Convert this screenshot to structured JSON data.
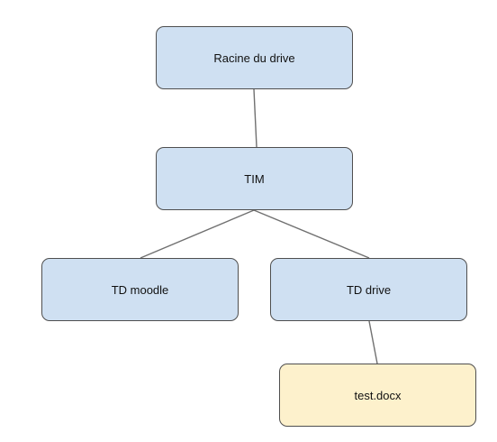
{
  "nodes": {
    "root": "Racine du drive",
    "tim": "TIM",
    "td_moodle": "TD moodle",
    "td_drive": "TD drive",
    "test_docx": "test.docx"
  },
  "edges": [
    [
      "root",
      "tim"
    ],
    [
      "tim",
      "td_moodle"
    ],
    [
      "tim",
      "td_drive"
    ],
    [
      "td_drive",
      "test_docx"
    ]
  ],
  "colors": {
    "folder_fill": "#cfe0f2",
    "file_fill": "#fdf1cc",
    "border": "#4f4f4f",
    "edge": "#707070"
  }
}
